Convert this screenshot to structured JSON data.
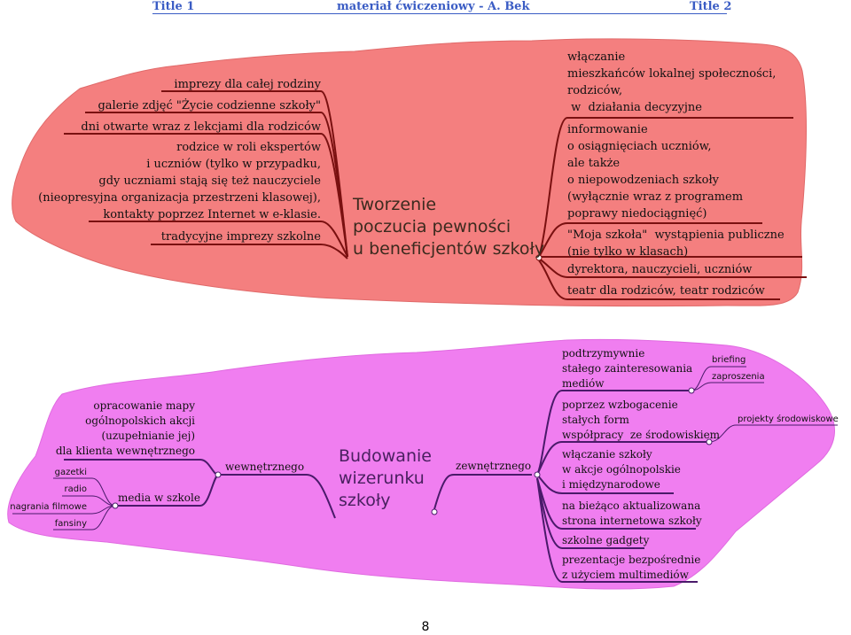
{
  "header": {
    "left": "Title 1",
    "center": "materiał ćwiczeniowy - A. Bek",
    "right": "Title 2"
  },
  "map1": {
    "center": [
      "Tworzenie",
      "poczucia pewności",
      "u beneficjentów szkoły"
    ],
    "left": [
      [
        "imprezy dla całej rodziny"
      ],
      [
        "galerie zdjęć \"Życie codzienne szkoły\""
      ],
      [
        "dni otwarte wraz z lekcjami dla rodziców"
      ],
      [
        "rodzice w roli ekspertów",
        "i uczniów (tylko w przypadku,",
        "gdy uczniami stają się też nauczyciele",
        "(nieopresyjna organizacja przestrzeni klasowej),",
        "kontakty poprzez Internet w e-klasie."
      ],
      [
        "tradycyjne imprezy szkolne"
      ]
    ],
    "right": [
      [
        "włączanie",
        "mieszkańców lokalnej społeczności,",
        "rodziców,",
        " w  działania decyzyjne"
      ],
      [
        "informowanie",
        "o osiągnięciach uczniów,",
        "ale także",
        "o niepowodzeniach szkoły",
        "(wyłącznie wraz z programem",
        "poprawy niedociągnięć)"
      ],
      [
        "\"Moja szkoła\"  wystąpienia publiczne",
        "(nie tylko w klasach)"
      ],
      [
        "dyrektora, nauczycieli, uczniów"
      ],
      [
        "teatr dla rodziców, teatr rodziców"
      ]
    ]
  },
  "map2": {
    "center": [
      "Budowanie",
      "wizerunku",
      "szkoły"
    ],
    "left_branch": "wewnętrznego",
    "left_items": [
      [
        "opracowanie mapy",
        "ogólnopolskich akcji",
        "(uzupełnianie jej)",
        "dla klienta wewnętrznego"
      ]
    ],
    "media": {
      "label": "media w szkole",
      "items": [
        "gazetki",
        "radio",
        "nagrania filmowe",
        "fansiny"
      ]
    },
    "right_branch": "zewnętrznego",
    "right_items": [
      [
        "podtrzymywnie",
        "stałego zainteresowania",
        "mediów"
      ],
      [
        "poprzez wzbogacenie",
        "stałych form",
        "współpracy  ze środowiskiem"
      ],
      [
        "włączanie szkoły",
        "w akcje ogólnopolskie",
        "i międzynarodowe"
      ],
      [
        "na bieżąco aktualizowana",
        "strona internetowa szkoły"
      ],
      [
        "szkolne gadgety"
      ],
      [
        "prezentacje bezpośrednie",
        "z użyciem multimediów"
      ]
    ],
    "media_sub": [
      "briefing",
      "zaproszenia"
    ],
    "forms_sub": [
      "projekty środowiskowe"
    ]
  },
  "page_number": "8"
}
